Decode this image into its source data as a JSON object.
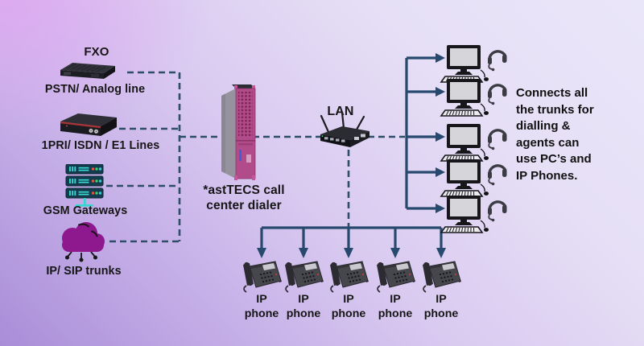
{
  "labels": {
    "fxo": "FXO",
    "pstn": "PSTN/ Analog line",
    "pri": "1PRI/ ISDN / E1  Lines",
    "gsm": "GSM Gateways",
    "sip": "IP/ SIP trunks",
    "dialer_line1": "*astTECS call",
    "dialer_line2": "center dialer",
    "lan": "LAN"
  },
  "note": {
    "lines": [
      "Connects all",
      "the trunks for",
      "dialling &",
      "agents can",
      "use PC’s and",
      "IP Phones."
    ]
  },
  "agents": {
    "count": 5
  },
  "phones": {
    "count": 5,
    "items": [
      {
        "line1": "IP",
        "line2": "phone"
      },
      {
        "line1": "IP",
        "line2": "phone"
      },
      {
        "line1": "IP",
        "line2": "phone"
      },
      {
        "line1": "IP",
        "line2": "phone"
      },
      {
        "line1": "IP",
        "line2": "phone"
      }
    ]
  },
  "colors": {
    "connector_solid": "#26496d",
    "connector_dashed": "#2e4d69",
    "dialer_pink": "#b24b89",
    "cloud_purple": "#8e188e",
    "gateway_teal": "#35d6cf",
    "text": "#161616"
  }
}
